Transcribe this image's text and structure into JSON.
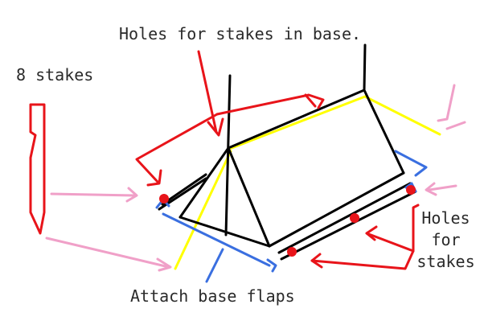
{
  "labels": {
    "top": "Holes for stakes in base.",
    "stakes": "8 stakes",
    "base_flaps": "Attach base flaps",
    "holes_right_line1": "Holes",
    "holes_right_line2": "for",
    "holes_right_line3": "stakes"
  },
  "colors": {
    "outline": "#000000",
    "seam": "#ffff00",
    "hole": "#e8141a",
    "stake_arrow": "#e8141a",
    "flap_arrow": "#3a6fe0",
    "pointer": "#f0a0c8"
  }
}
